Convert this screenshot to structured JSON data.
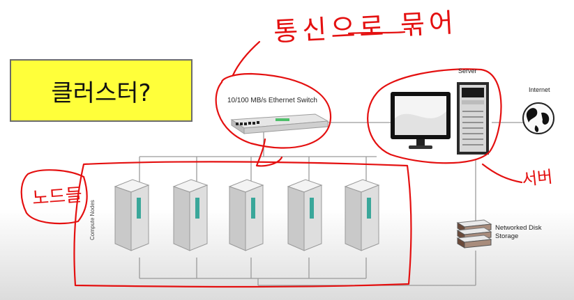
{
  "title": "클러스터?",
  "labels": {
    "switch": "10/100 MB/s Ethernet Switch",
    "server": "Server",
    "internet": "Internet",
    "storage": "Networked Disk Storage",
    "compute": "Compute Nodes"
  },
  "annotations": {
    "top": "통신으로 묶어",
    "left": "노드들",
    "right": "서버"
  },
  "colors": {
    "title_bg": "#ffff3a",
    "annotation": "#e41010",
    "wire": "#9a9a9a"
  },
  "icons": [
    "ethernet-switch-icon",
    "monitor-icon",
    "tower-server-icon",
    "globe-icon",
    "disk-storage-icon",
    "compute-node-icon"
  ]
}
